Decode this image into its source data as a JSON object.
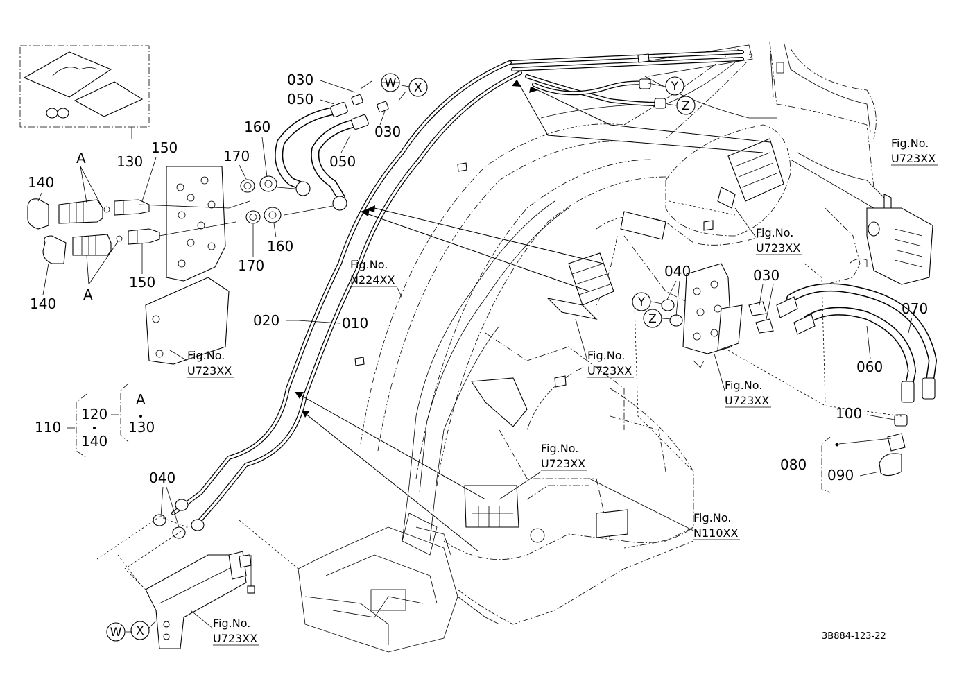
{
  "part_labels": {
    "p010": "010",
    "p020": "020",
    "p030a": "030",
    "p030b": "030",
    "p030c": "030",
    "p040a": "040",
    "p040b": "040",
    "p050a": "050",
    "p050b": "050",
    "p060": "060",
    "p070": "070",
    "p080": "080",
    "p090": "090",
    "p100": "100",
    "p110": "110",
    "p120": "120",
    "p130a": "130",
    "p130b": "130",
    "p140a": "140",
    "p140b": "140",
    "p140c": "140",
    "p150a": "150",
    "p150b": "150",
    "p160a": "160",
    "p160b": "160",
    "p170a": "170",
    "p170b": "170"
  },
  "group_letter": "A",
  "connection_markers": {
    "w": "W",
    "x": "X",
    "y": "Y",
    "z": "Z"
  },
  "figure_refs": {
    "fig_label": "Fig.No.",
    "u723": "U723XX",
    "n224": "N224XX",
    "n110": "N110XX"
  },
  "drawing_code": "3B884-123-22"
}
